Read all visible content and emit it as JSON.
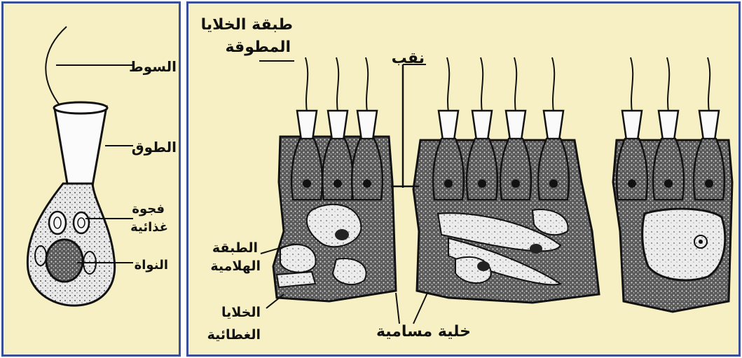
{
  "left_panel": {
    "labels": {
      "flagellum": "السوط",
      "collar": "الطوق",
      "food_vacuole_line1": "فجوة",
      "food_vacuole_line2": "غذائية",
      "nucleus": "النواة"
    }
  },
  "right_panel": {
    "labels": {
      "choanocyte_layer_line1": "طبقة الخلايا",
      "choanocyte_layer_line2": "المطوقة",
      "pore": "نقب",
      "mesohyl_line1": "الطبقة",
      "mesohyl_line2": "الهلامية",
      "pinacocytes_line1": "الخلايا",
      "pinacocytes_line2": "الغطائية",
      "porocyte": "خلية مسامية"
    }
  },
  "colors": {
    "background": "#f7f0c4",
    "border": "#3a4f9a",
    "ink": "#111111",
    "cell_fill": "#4a4a4a",
    "cell_light": "#d8d8d8"
  }
}
